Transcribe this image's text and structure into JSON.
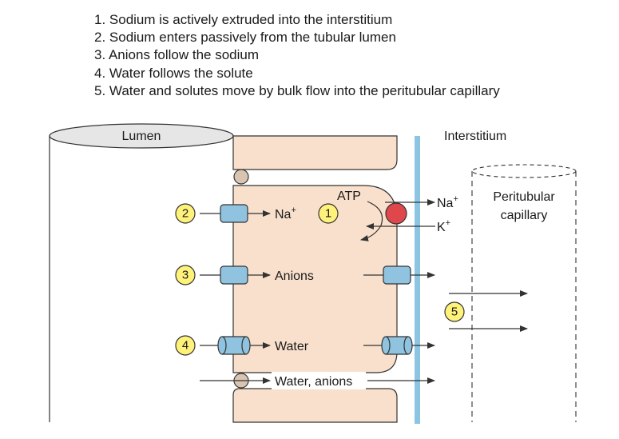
{
  "steps": [
    "1. Sodium is actively extruded into the interstitium",
    "2. Sodium enters passively from the tubular lumen",
    "3. Anions follow the sodium",
    "4. Water follows the solute",
    "5. Water and solutes move by bulk flow into the peritubular capillary"
  ],
  "labels": {
    "lumen": "Lumen",
    "interstitium": "Interstitium",
    "capillary_line1": "Peritubular",
    "capillary_line2": "capillary",
    "atp": "ATP",
    "na_in": "Na",
    "na_out": "Na",
    "k_in": "K",
    "plus": "+",
    "anions": "Anions",
    "water": "Water",
    "water_anions": "Water, anions"
  },
  "markers": [
    "1",
    "2",
    "3",
    "4",
    "5"
  ],
  "colors": {
    "cell": "#f9e0cc",
    "channel": "#8fc3e0",
    "pump": "#e0474c",
    "junction": "#d8c4b0",
    "membrane": "#8cc4e2",
    "marker": "#fff27a",
    "line": "#333333"
  }
}
